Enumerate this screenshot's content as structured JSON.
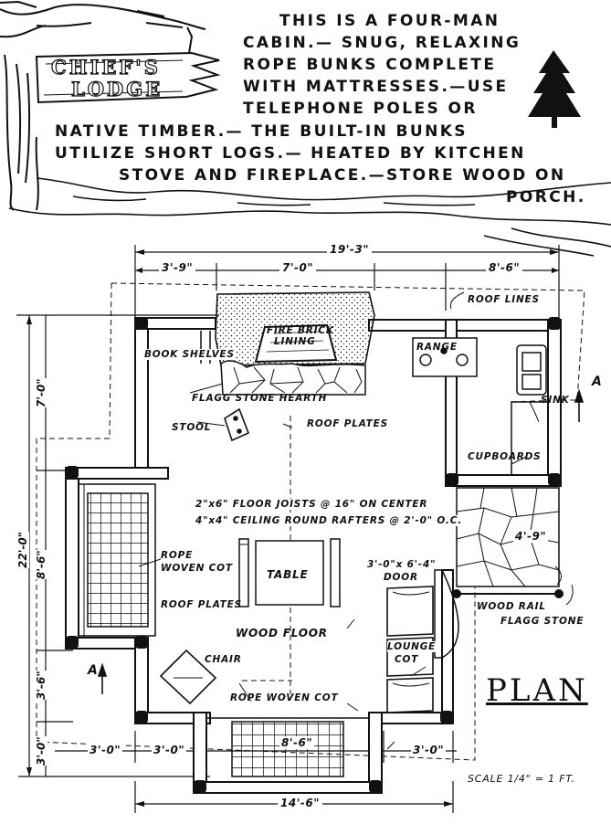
{
  "sign": {
    "line1": "CHIEF'S",
    "line2": "LODGE"
  },
  "description": [
    "THIS IS A FOUR-MAN",
    "CABIN.— SNUG, RELAXING",
    "ROPE BUNKS COMPLETE",
    "WITH MATTRESSES.—USE",
    "TELEPHONE POLES OR",
    "NATIVE TIMBER.— THE BUILT-IN BUNKS",
    "UTILIZE SHORT LOGS.— HEATED BY KITCHEN",
    "STOVE AND FIREPLACE.—STORE WOOD ON",
    "PORCH."
  ],
  "dimensions": {
    "overall_top": "19'-3\"",
    "top_left": "3'-9\"",
    "top_mid": "7'-0\"",
    "top_right": "8'-6\"",
    "left_overall": "22'-0\"",
    "left_upper": "7'-0\"",
    "left_mid": "8'-6\"",
    "left_lower": "3'-6\"",
    "left_bottom": "3'-0\"",
    "bottom_left1": "3'-0\"",
    "bottom_left2": "3'-0\"",
    "bottom_right": "3'-0\"",
    "bottom_overall": "14'-6\"",
    "cot_width": "8'-6\"",
    "porch": "4'-9\""
  },
  "labels": {
    "roof_lines": "ROOF LINES",
    "fire_brick_1": "FIRE BRICK",
    "fire_brick_2": "LINING",
    "book_shelves": "BOOK SHELVES",
    "range": "RANGE",
    "sink": "SINK",
    "flagg_hearth": "FLAGG STONE HEARTH",
    "stool": "STOOL",
    "roof_plates_top": "ROOF PLATES",
    "cupboards": "CUPBOARDS",
    "floor_joists": "2\"x6\" FLOOR JOISTS @ 16\" ON CENTER",
    "ceiling_rafters": "4\"x4\" CEILING ROUND RAFTERS @ 2'-0\" O.C.",
    "rope_cot_1": "ROPE",
    "rope_cot_2": "WOVEN COT",
    "table": "TABLE",
    "door_1": "3'-0\"x 6'-4\"",
    "door_2": "DOOR",
    "roof_plates_left": "ROOF PLATES",
    "wood_floor": "WOOD    FLOOR",
    "wood_rail": "WOOD RAIL",
    "flagg_stone": "FLAGG STONE",
    "chair": "CHAIR",
    "lounge_1": "LOUNGE",
    "lounge_2": "COT",
    "rope_cot_bottom": "ROPE WOVEN COT",
    "section_a": "A",
    "plan": "PLAN",
    "scale": "SCALE  1/4\" = 1 FT."
  }
}
